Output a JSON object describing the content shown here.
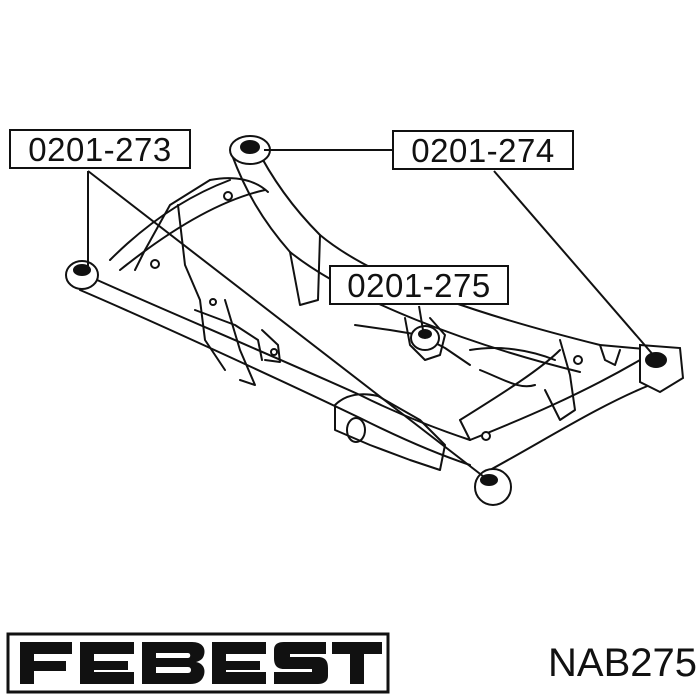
{
  "diagram": {
    "subject": "rear-subframe-mount-bushings",
    "callouts": [
      {
        "id": "273",
        "label": "0201-273"
      },
      {
        "id": "274",
        "label": "0201-274"
      },
      {
        "id": "275",
        "label": "0201-275"
      }
    ]
  },
  "brand": {
    "logo_text": "FEBEST",
    "color": "#111111"
  },
  "part_number": "NAB275",
  "colors": {
    "ink": "#111111",
    "background": "#ffffff"
  }
}
